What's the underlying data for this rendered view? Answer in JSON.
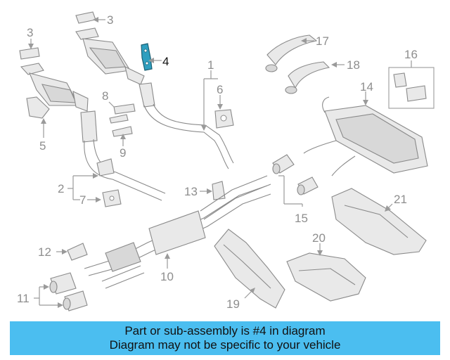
{
  "diagram": {
    "callouts": [
      {
        "id": "c3a",
        "label": "3"
      },
      {
        "id": "c3b",
        "label": "3"
      },
      {
        "id": "c4",
        "label": "4",
        "highlighted": true
      },
      {
        "id": "c17",
        "label": "17"
      },
      {
        "id": "c18",
        "label": "18"
      },
      {
        "id": "c16",
        "label": "16"
      },
      {
        "id": "c1",
        "label": "1"
      },
      {
        "id": "c6",
        "label": "6"
      },
      {
        "id": "c8",
        "label": "8"
      },
      {
        "id": "c9",
        "label": "9"
      },
      {
        "id": "c5",
        "label": "5"
      },
      {
        "id": "c14",
        "label": "14"
      },
      {
        "id": "c2",
        "label": "2"
      },
      {
        "id": "c7",
        "label": "7"
      },
      {
        "id": "c13",
        "label": "13"
      },
      {
        "id": "c21",
        "label": "21"
      },
      {
        "id": "c15",
        "label": "15"
      },
      {
        "id": "c12",
        "label": "12"
      },
      {
        "id": "c20",
        "label": "20"
      },
      {
        "id": "c10",
        "label": "10"
      },
      {
        "id": "c11",
        "label": "11"
      },
      {
        "id": "c19",
        "label": "19"
      }
    ],
    "highlight_color": "#2f9fbf"
  },
  "banner": {
    "line1": "Part or sub-assembly is #4 in diagram",
    "line2": "Diagram may not be specific to your vehicle",
    "background": "#4bbef0"
  }
}
